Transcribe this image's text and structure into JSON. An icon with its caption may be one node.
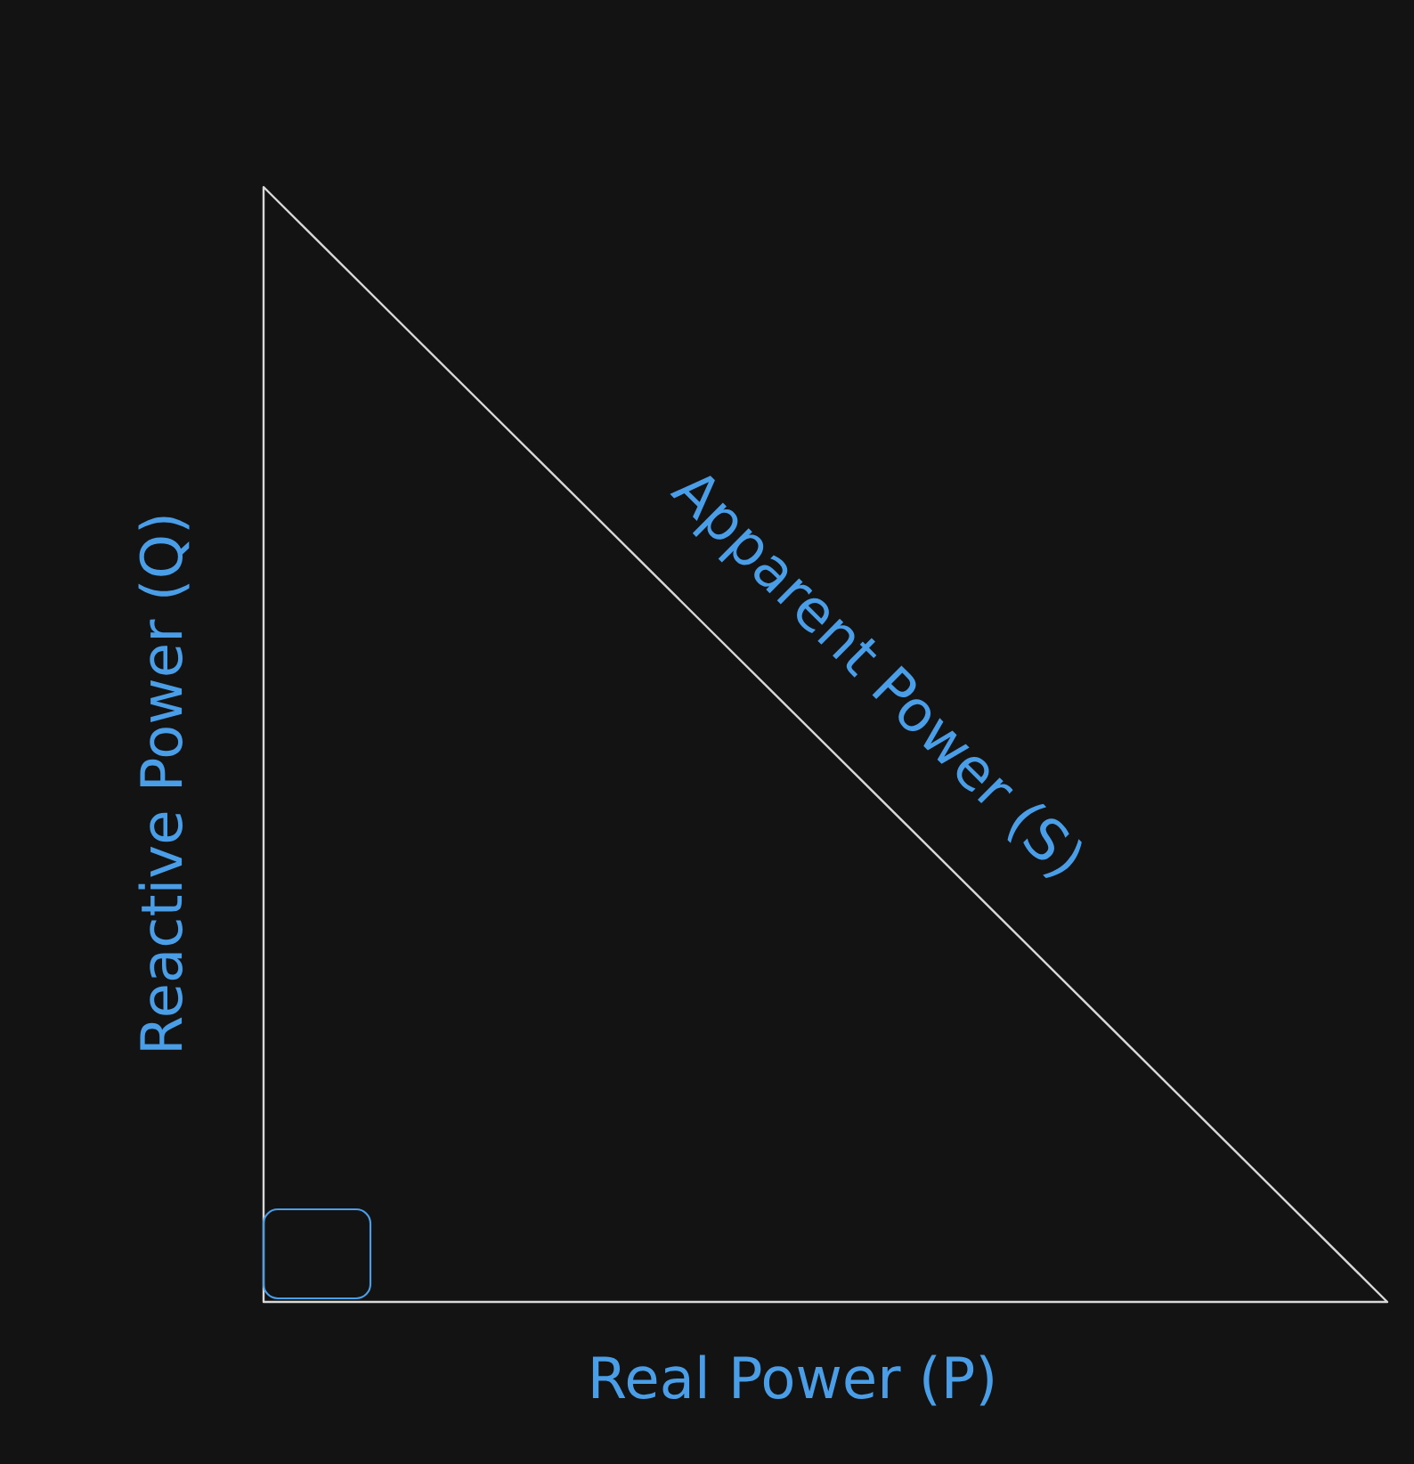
{
  "diagram": {
    "labels": [
      "Apparent Power (S)",
      "Reactive Power (Q)",
      "Real Power (P)"
    ]
  }
}
